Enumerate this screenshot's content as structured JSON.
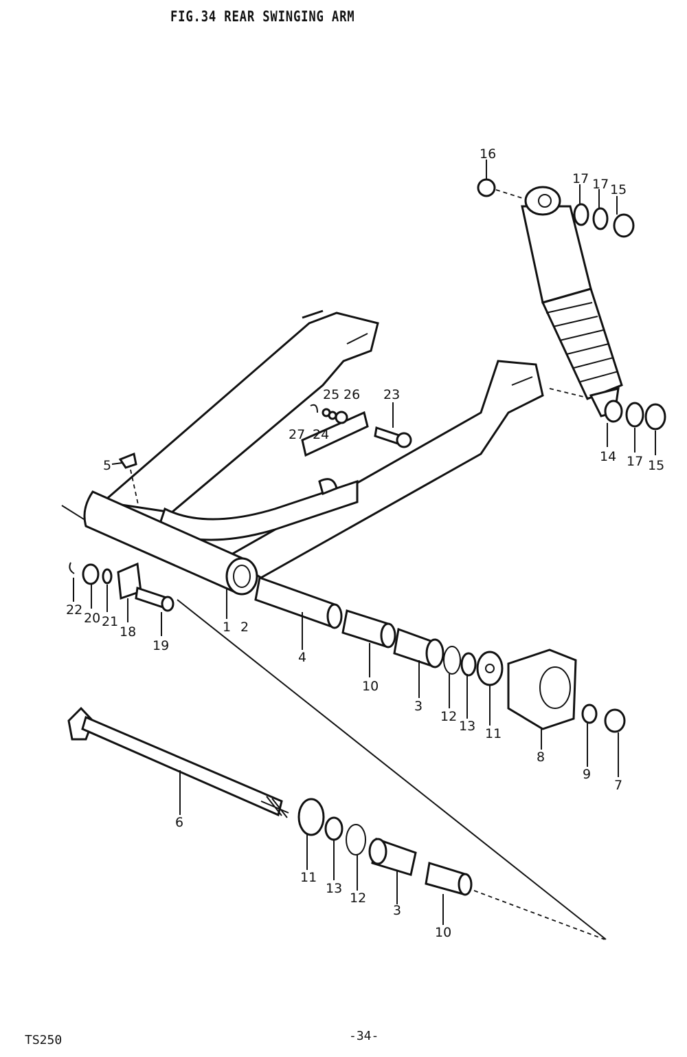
{
  "header": {
    "title": "FIG.34  REAR SWINGING ARM"
  },
  "footer": {
    "model": "TS250",
    "page": "-34-"
  },
  "callouts": {
    "c1": "1",
    "c2": "2",
    "c3a": "3",
    "c3b": "3",
    "c4": "4",
    "c5": "5",
    "c6": "6",
    "c7": "7",
    "c8": "8",
    "c9": "9",
    "c10a": "10",
    "c10b": "10",
    "c11a": "11",
    "c11b": "11",
    "c12a": "12",
    "c12b": "12",
    "c13a": "13",
    "c13b": "13",
    "c14": "14",
    "c15a": "15",
    "c15b": "15",
    "c16": "16",
    "c17a": "17",
    "c17b": "17",
    "c17c": "17",
    "c18": "18",
    "c19": "19",
    "c20": "20",
    "c21": "21",
    "c22": "22",
    "c23": "23",
    "c24": "24",
    "c25": "25",
    "c26": "26",
    "c27": "27"
  }
}
